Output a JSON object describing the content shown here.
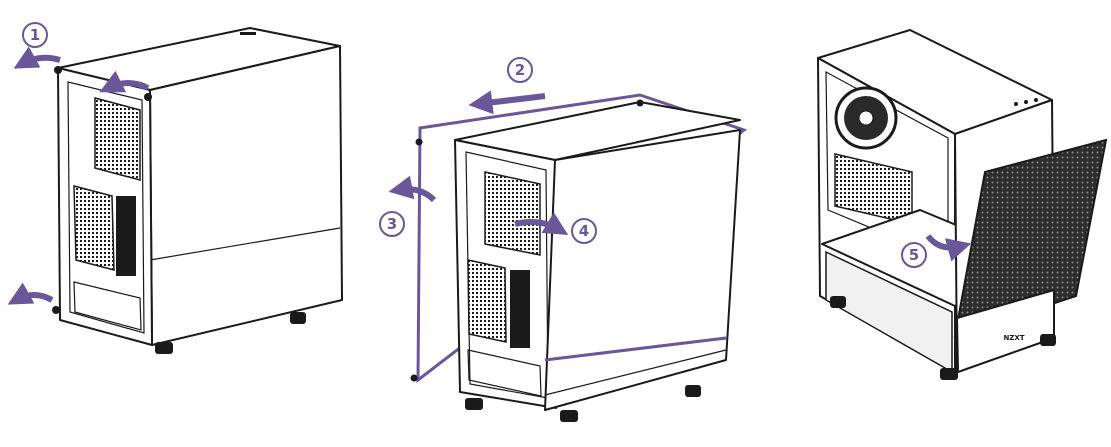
{
  "steps": [
    {
      "label": "1"
    },
    {
      "label": "2"
    },
    {
      "label": "3"
    },
    {
      "label": "4"
    },
    {
      "label": "5"
    }
  ],
  "brand_label": "NZXT",
  "colors": {
    "accent": "#6a5799",
    "outline": "#1a1a1a",
    "background": "#ffffff"
  }
}
